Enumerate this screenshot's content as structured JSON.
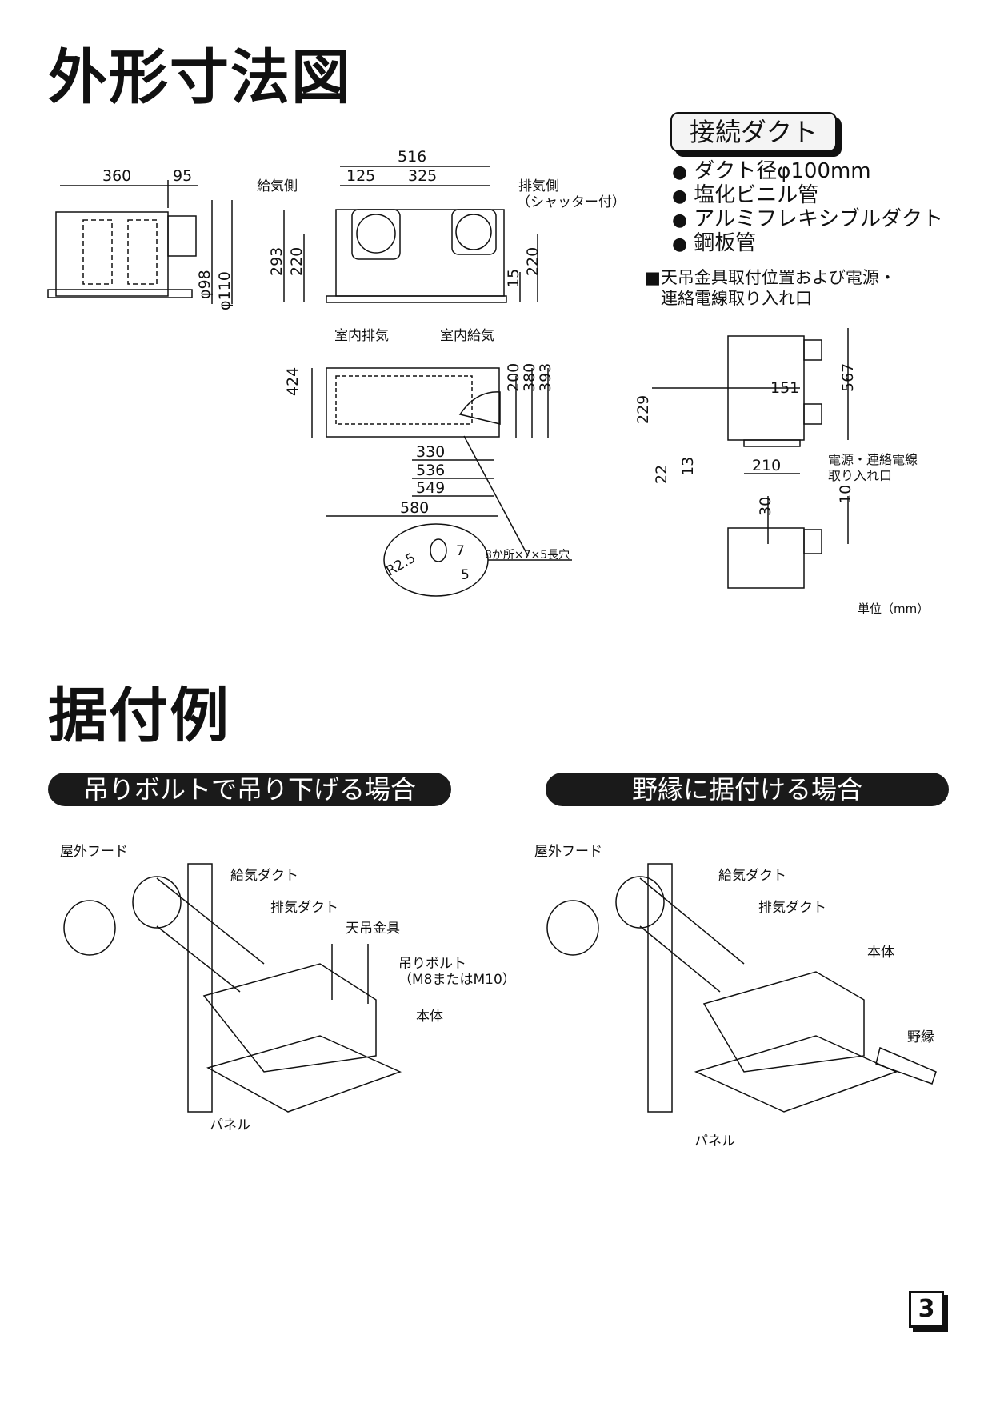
{
  "sections": {
    "outline_title": "外形寸法図",
    "install_title": "据付例"
  },
  "duct": {
    "label": "接続ダクト",
    "items": [
      "ダクト径φ100mm",
      "塩化ビニル管",
      "アルミフレキシブルダクト",
      "鋼板管"
    ]
  },
  "note": {
    "line1": "■天吊金具取付位置および電源・",
    "line2": "連絡電線取り入れ口"
  },
  "unit": "単位（mm）",
  "dims": {
    "side": {
      "w360": "360",
      "w95": "95",
      "d98": "φ98",
      "d110": "φ110"
    },
    "top": {
      "w516": "516",
      "w125": "125",
      "w325": "325",
      "h293": "293",
      "h220": "220",
      "h15": "15",
      "h220r": "220",
      "supply_side": "給気側",
      "exhaust_side": "排気側",
      "shutter": "（シャッター付）",
      "room_exhaust": "室内排気",
      "room_supply": "室内給気"
    },
    "front": {
      "h424": "424",
      "h200": "200",
      "h380": "380",
      "h393": "393",
      "w330": "330",
      "w536": "536",
      "w549": "549",
      "w580": "580"
    },
    "hole": {
      "r": "R2.5",
      "seven": "7",
      "five": "5",
      "desc": "8か所×7×5長穴"
    },
    "right": {
      "h567": "567",
      "h229": "229",
      "w151": "151",
      "w210": "210",
      "h22": "22",
      "h13": "13",
      "h30": "30",
      "h10": "10",
      "power1": "電源・連絡電線",
      "power2": "取り入れ口"
    }
  },
  "install": {
    "left": {
      "pill": "吊りボルトで吊り下げる場合",
      "hood": "屋外フード",
      "supply_duct": "給気ダクト",
      "exhaust_duct": "排気ダクト",
      "bracket": "天吊金具",
      "bolt1": "吊りボルト",
      "bolt2": "（M8またはM10）",
      "body": "本体",
      "panel": "パネル"
    },
    "right": {
      "pill": "野縁に据付ける場合",
      "hood": "屋外フード",
      "supply_duct": "給気ダクト",
      "exhaust_duct": "排気ダクト",
      "body": "本体",
      "joist": "野縁",
      "panel": "パネル"
    }
  },
  "page_number": "3"
}
